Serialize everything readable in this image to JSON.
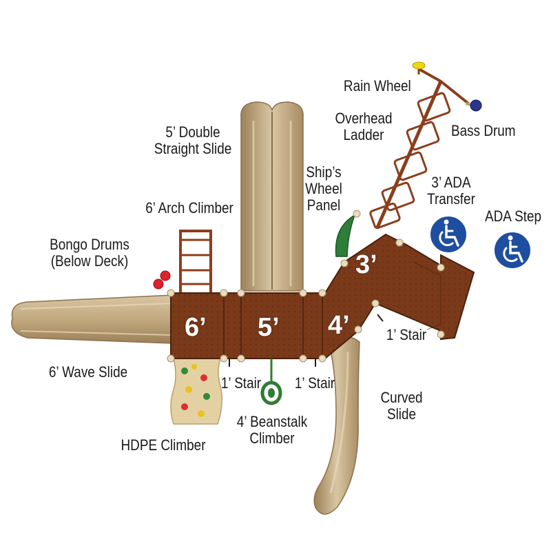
{
  "decks": {
    "deck_6": "6’",
    "deck_5": "5’",
    "deck_4": "4’",
    "deck_3": "3’"
  },
  "labels": {
    "rain_wheel": "Rain Wheel",
    "bass_drum": "Bass Drum",
    "overhead_ladder": [
      "Overhead",
      "Ladder"
    ],
    "double_slide": [
      "5’ Double",
      "Straight Slide"
    ],
    "ships_wheel": [
      "Ship’s",
      "Wheel",
      "Panel"
    ],
    "ada_transfer": [
      "3’ ADA",
      "Transfer"
    ],
    "ada_step": "ADA Step",
    "arch_climber": "6’ Arch Climber",
    "bongo_drums": [
      "Bongo Drums",
      "(Below Deck)"
    ],
    "wave_slide": "6’ Wave Slide",
    "stair_1": "1’ Stair",
    "stair_2": "1’ Stair",
    "stair_3": "1’ Stair",
    "curved_slide": [
      "Curved",
      "Slide"
    ],
    "beanstalk": [
      "4’ Beanstalk",
      "Climber"
    ],
    "hdpe_climber": "HDPE Climber"
  },
  "icons": {
    "ada_transfer_icon": "wheelchair-icon",
    "ada_step_icon": "wheelchair-icon"
  },
  "colors": {
    "deck": "#7a3a1a",
    "deck_dark": "#5a2810",
    "slide": "#c9b38f",
    "slide_dark": "#a08560",
    "ada_blue": "#1f4ea0",
    "ladder": "#8a3e1c",
    "green": "#2e7d32",
    "hdpe": "#e2cfa0"
  }
}
